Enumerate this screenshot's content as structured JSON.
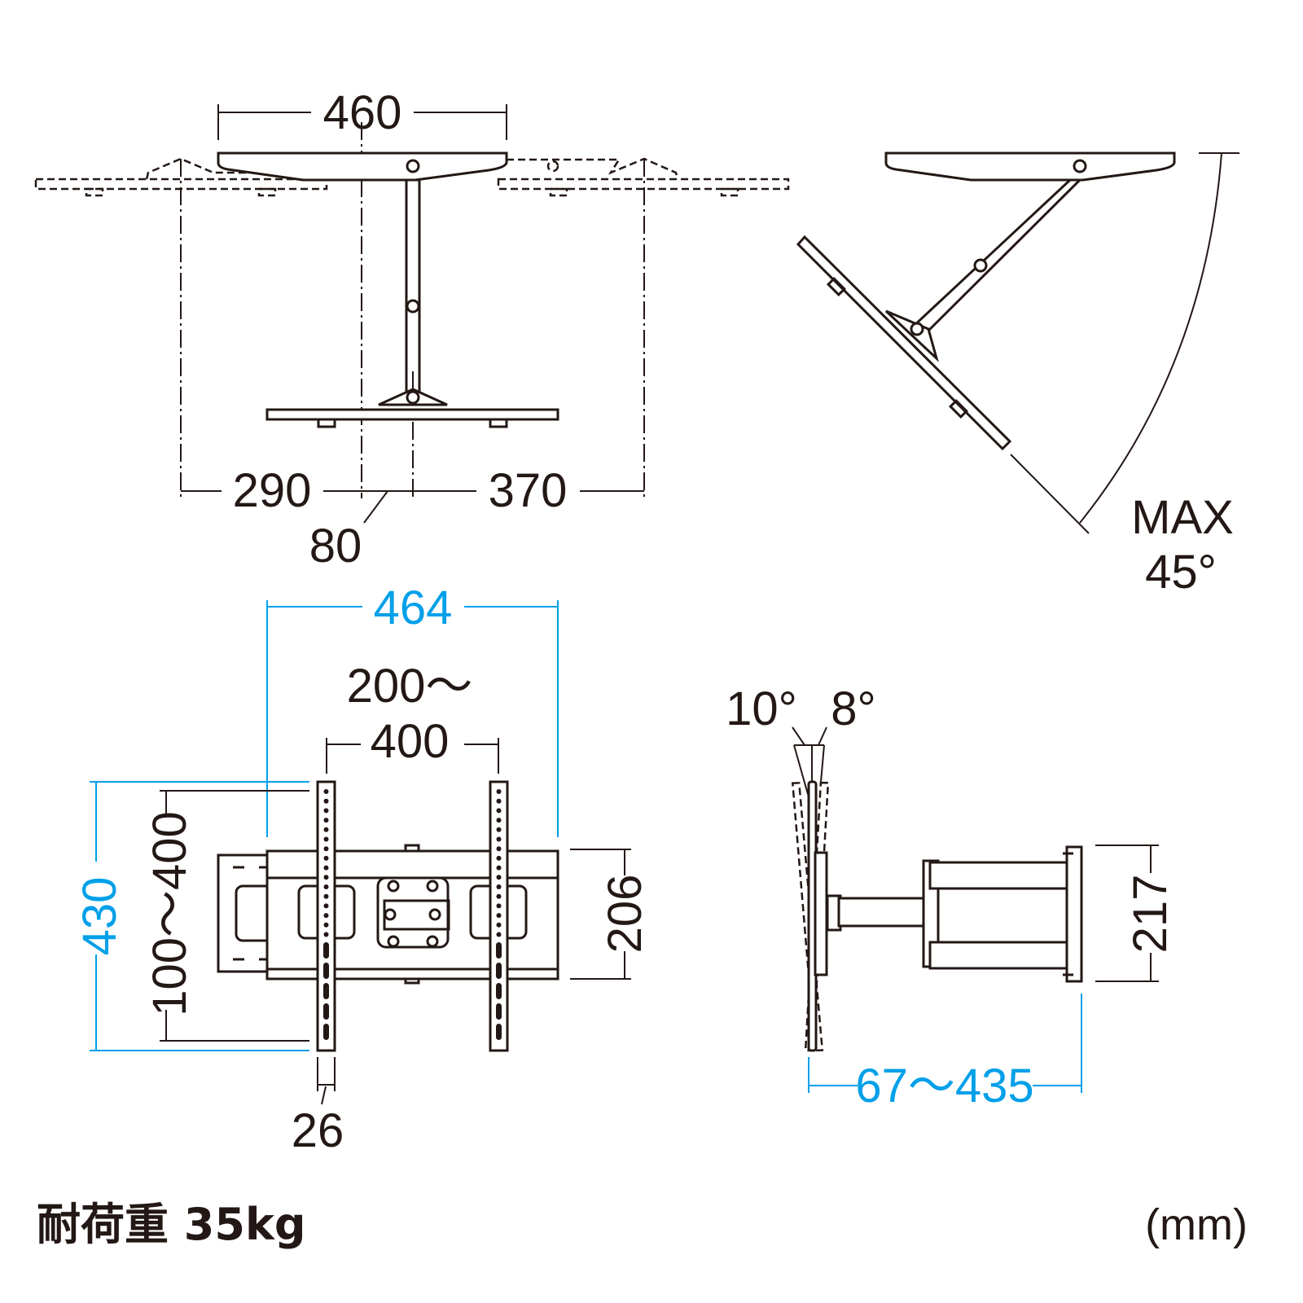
{
  "top_view": {
    "width_plate": "460",
    "swing_left": "290",
    "swing_right": "370",
    "offset": "80"
  },
  "swivel_view": {
    "max_label": "MAX",
    "angle": "45°"
  },
  "front_view": {
    "width": "464",
    "vesa_h_line1": "200～",
    "vesa_h_line2": "400",
    "height": "430",
    "vesa_v": "100～400",
    "wall_plate_height": "206",
    "strip_width": "26"
  },
  "side_view": {
    "tilt_up": "10°",
    "tilt_down": "8°",
    "wall_plate_height": "217",
    "depth": "67～435"
  },
  "footer": {
    "load_capacity": "耐荷重 35kg",
    "unit": "(mm)"
  },
  "colors": {
    "line": "#231815",
    "dimension_accent": "#00a0e9"
  }
}
